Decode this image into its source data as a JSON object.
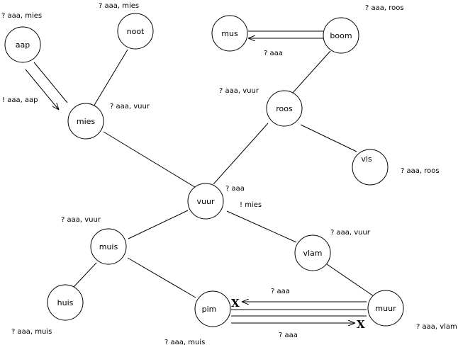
{
  "nodes": {
    "aap": "aap",
    "noot": "noot",
    "mies": "mies",
    "mus": "mus",
    "boom": "boom",
    "roos": "roos",
    "vis": "vis",
    "vuur": "vuur",
    "muis": "muis",
    "vlam": "vlam",
    "huis": "huis",
    "pim": "pim",
    "muur": "muur"
  },
  "annotations": {
    "aap_query": "? aaa, mies",
    "noot_query": "? aaa, mies",
    "aap_to_mies_reply": "! aaa, aap",
    "mies_query": "? aaa, vuur",
    "boom_query": "? aaa, roos",
    "boom_to_mus_query": "? aaa",
    "roos_query": "? aaa, vuur",
    "vis_query": "? aaa, roos",
    "vuur_query": "? aaa",
    "vuur_reply": "! mies",
    "muis_query": "? aaa, vuur",
    "vlam_query": "? aaa, vuur",
    "huis_query": "? aaa, muis",
    "pim_query": "? aaa, muis",
    "muur_query": "? aaa, vlam",
    "muur_to_pim_query": "? aaa",
    "pim_to_muur_query": "? aaa"
  },
  "blocked_marks": {
    "muur_to_pim": "X",
    "pim_to_muur": "X"
  }
}
